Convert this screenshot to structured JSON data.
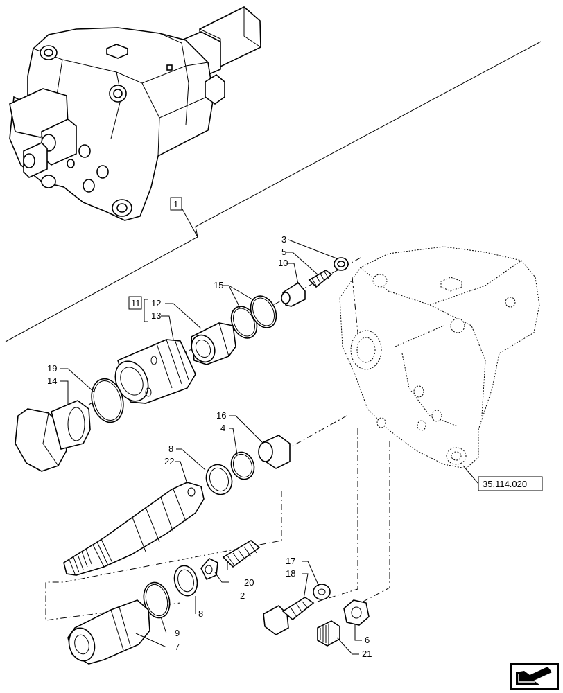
{
  "callouts": {
    "c1": "1",
    "c2": "2",
    "c3": "3",
    "c4": "4",
    "c5": "5",
    "c6": "6",
    "c7": "7",
    "c8a": "8",
    "c8b": "8",
    "c9": "9",
    "c10": "10",
    "c11": "11",
    "c12": "12",
    "c13": "13",
    "c14": "14",
    "c15": "15",
    "c16": "16",
    "c17": "17",
    "c18": "18",
    "c19": "19",
    "c20": "20",
    "c21": "21",
    "c22": "22"
  },
  "reference": "35.114.020",
  "nav_icon": "next-page-arrow-icon"
}
